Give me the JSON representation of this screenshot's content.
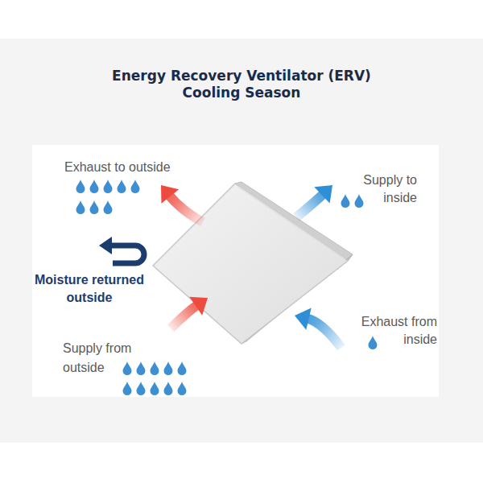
{
  "diagram": {
    "title": "Energy Recovery Ventilator (ERV) Cooling Season",
    "labels": [
      "Exhaust to outside",
      "Supply to inside",
      "Moisture returned outside",
      "Exhaust from inside",
      "Supply from outside"
    ]
  }
}
